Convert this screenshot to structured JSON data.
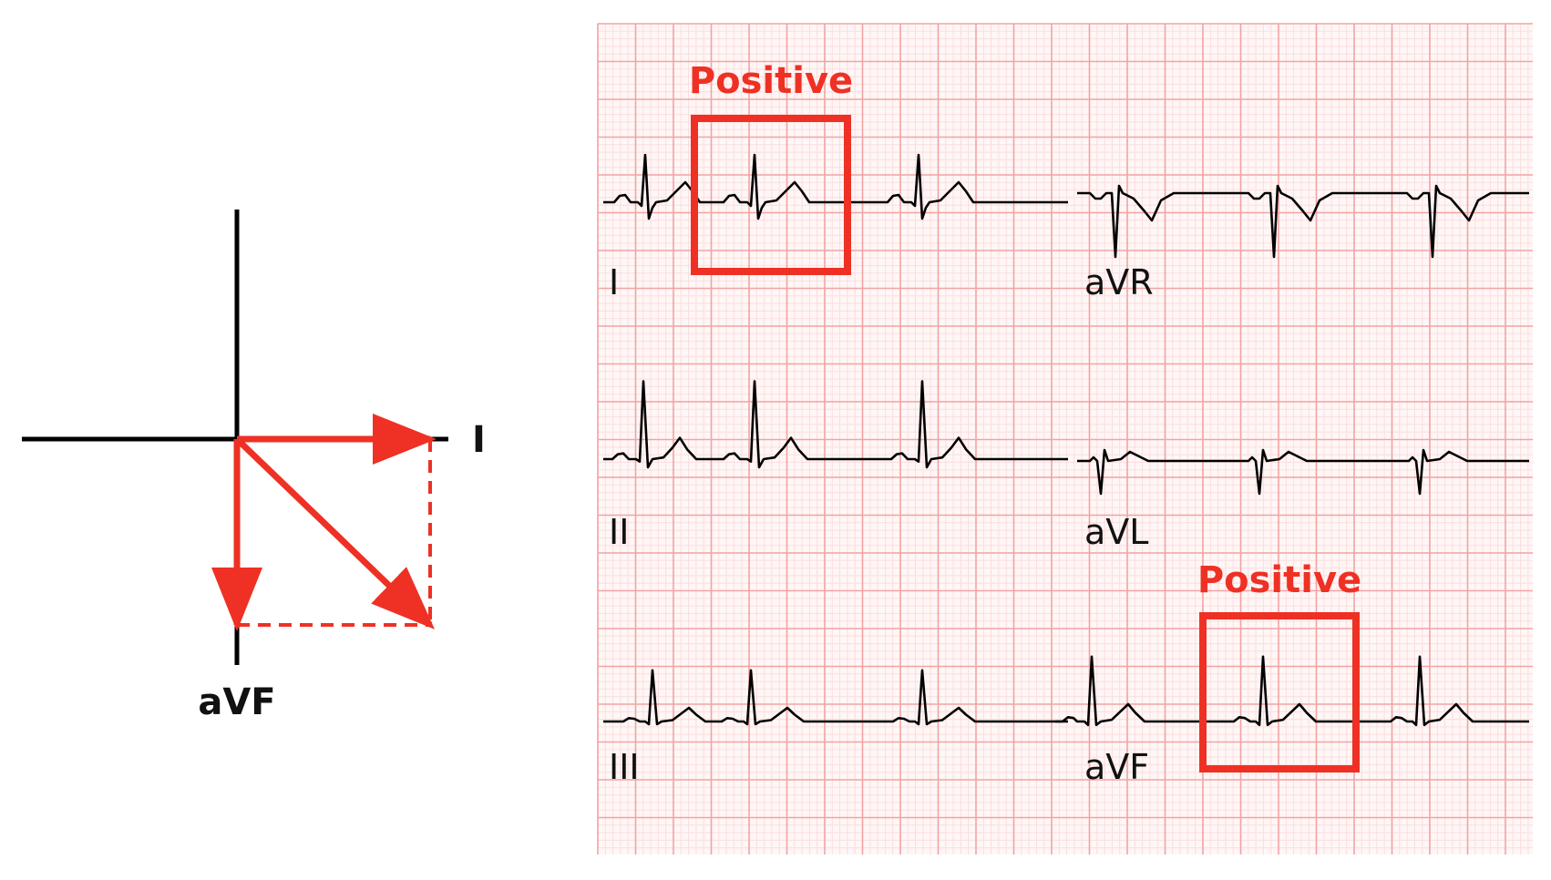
{
  "colors": {
    "accent": "#ee3124",
    "axis": "#000000",
    "trace": "#000000",
    "grid_major": "#f2a3a3",
    "grid_minor": "#fbdede"
  },
  "axis_diagram": {
    "horizontal_label": "I",
    "vertical_label": "aVF"
  },
  "ecg": {
    "leads": [
      {
        "label": "I"
      },
      {
        "label": "aVR"
      },
      {
        "label": "II"
      },
      {
        "label": "aVL"
      },
      {
        "label": "III"
      },
      {
        "label": "aVF"
      }
    ],
    "highlights": [
      {
        "lead": "I",
        "label": "Positive"
      },
      {
        "lead": "aVF",
        "label": "Positive"
      }
    ]
  }
}
